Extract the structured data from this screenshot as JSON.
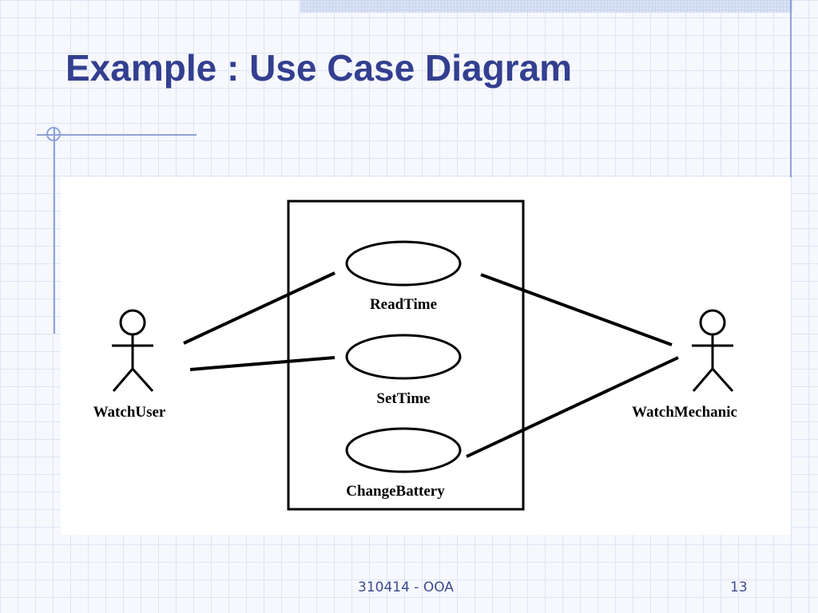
{
  "slide": {
    "title": "Example : Use Case Diagram"
  },
  "diagram": {
    "actors": [
      {
        "name": "WatchUser"
      },
      {
        "name": "WatchMechanic"
      }
    ],
    "use_cases": [
      {
        "name": "ReadTime"
      },
      {
        "name": "SetTime"
      },
      {
        "name": "ChangeBattery"
      }
    ],
    "associations": [
      {
        "actor": "WatchUser",
        "use_case": "ReadTime"
      },
      {
        "actor": "WatchUser",
        "use_case": "SetTime"
      },
      {
        "actor": "WatchMechanic",
        "use_case": "ReadTime"
      },
      {
        "actor": "WatchMechanic",
        "use_case": "ChangeBattery"
      }
    ]
  },
  "footer": {
    "course": "310414 - OOA",
    "page_number": "13"
  },
  "colors": {
    "title": "#333f8f",
    "accent_rule": "#8ea2d6",
    "grid": "#dde4f4",
    "footer_text": "#3e4a8e"
  }
}
